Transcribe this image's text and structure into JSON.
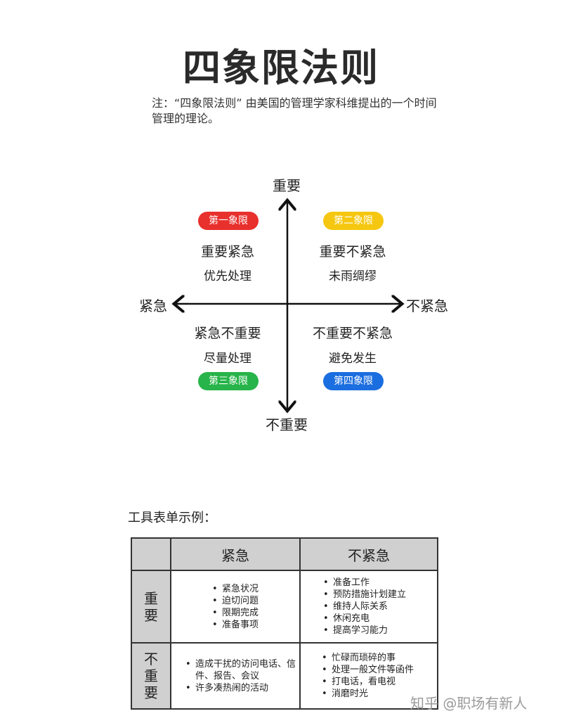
{
  "title": "四象限法则",
  "note": "注：“四象限法则” 由美国的管理学家科维提出的一个时间管理的理论。",
  "axis": {
    "top": "重要",
    "bottom": "不重要",
    "left": "紧急",
    "right": "不紧急"
  },
  "quadrants": [
    {
      "badge": "第一象限",
      "color": "#e8302c",
      "title": "重要紧急",
      "sub": "优先处理"
    },
    {
      "badge": "第二象限",
      "color": "#f5c710",
      "title": "重要不紧急",
      "sub": "未雨绸缪"
    },
    {
      "badge": "第三象限",
      "color": "#27b44a",
      "title": "紧急不重要",
      "sub": "尽量处理"
    },
    {
      "badge": "第四象限",
      "color": "#1b6ee0",
      "title": "不重要不紧急",
      "sub": "避免发生"
    }
  ],
  "table": {
    "title": "工具表单示例：",
    "col_headers": [
      "紧急",
      "不紧急"
    ],
    "row_headers": [
      [
        "重",
        "要"
      ],
      [
        "不",
        "重",
        "要"
      ]
    ],
    "cells": [
      [
        "紧急状况",
        "迫切问题",
        "限期完成",
        "准备事项"
      ],
      [
        "准备工作",
        "预防措施计划建立",
        "维持人际关系",
        "休闲充电",
        "提高学习能力"
      ],
      [
        "造成干扰的访问电话、信件、报告、会议",
        "许多凑热闹的活动"
      ],
      [
        "忙碌而琐碎的事",
        "处理一般文件等函件",
        "打电话，看电视",
        "消磨时光"
      ]
    ]
  },
  "watermark": "知乎 @职场有新人"
}
